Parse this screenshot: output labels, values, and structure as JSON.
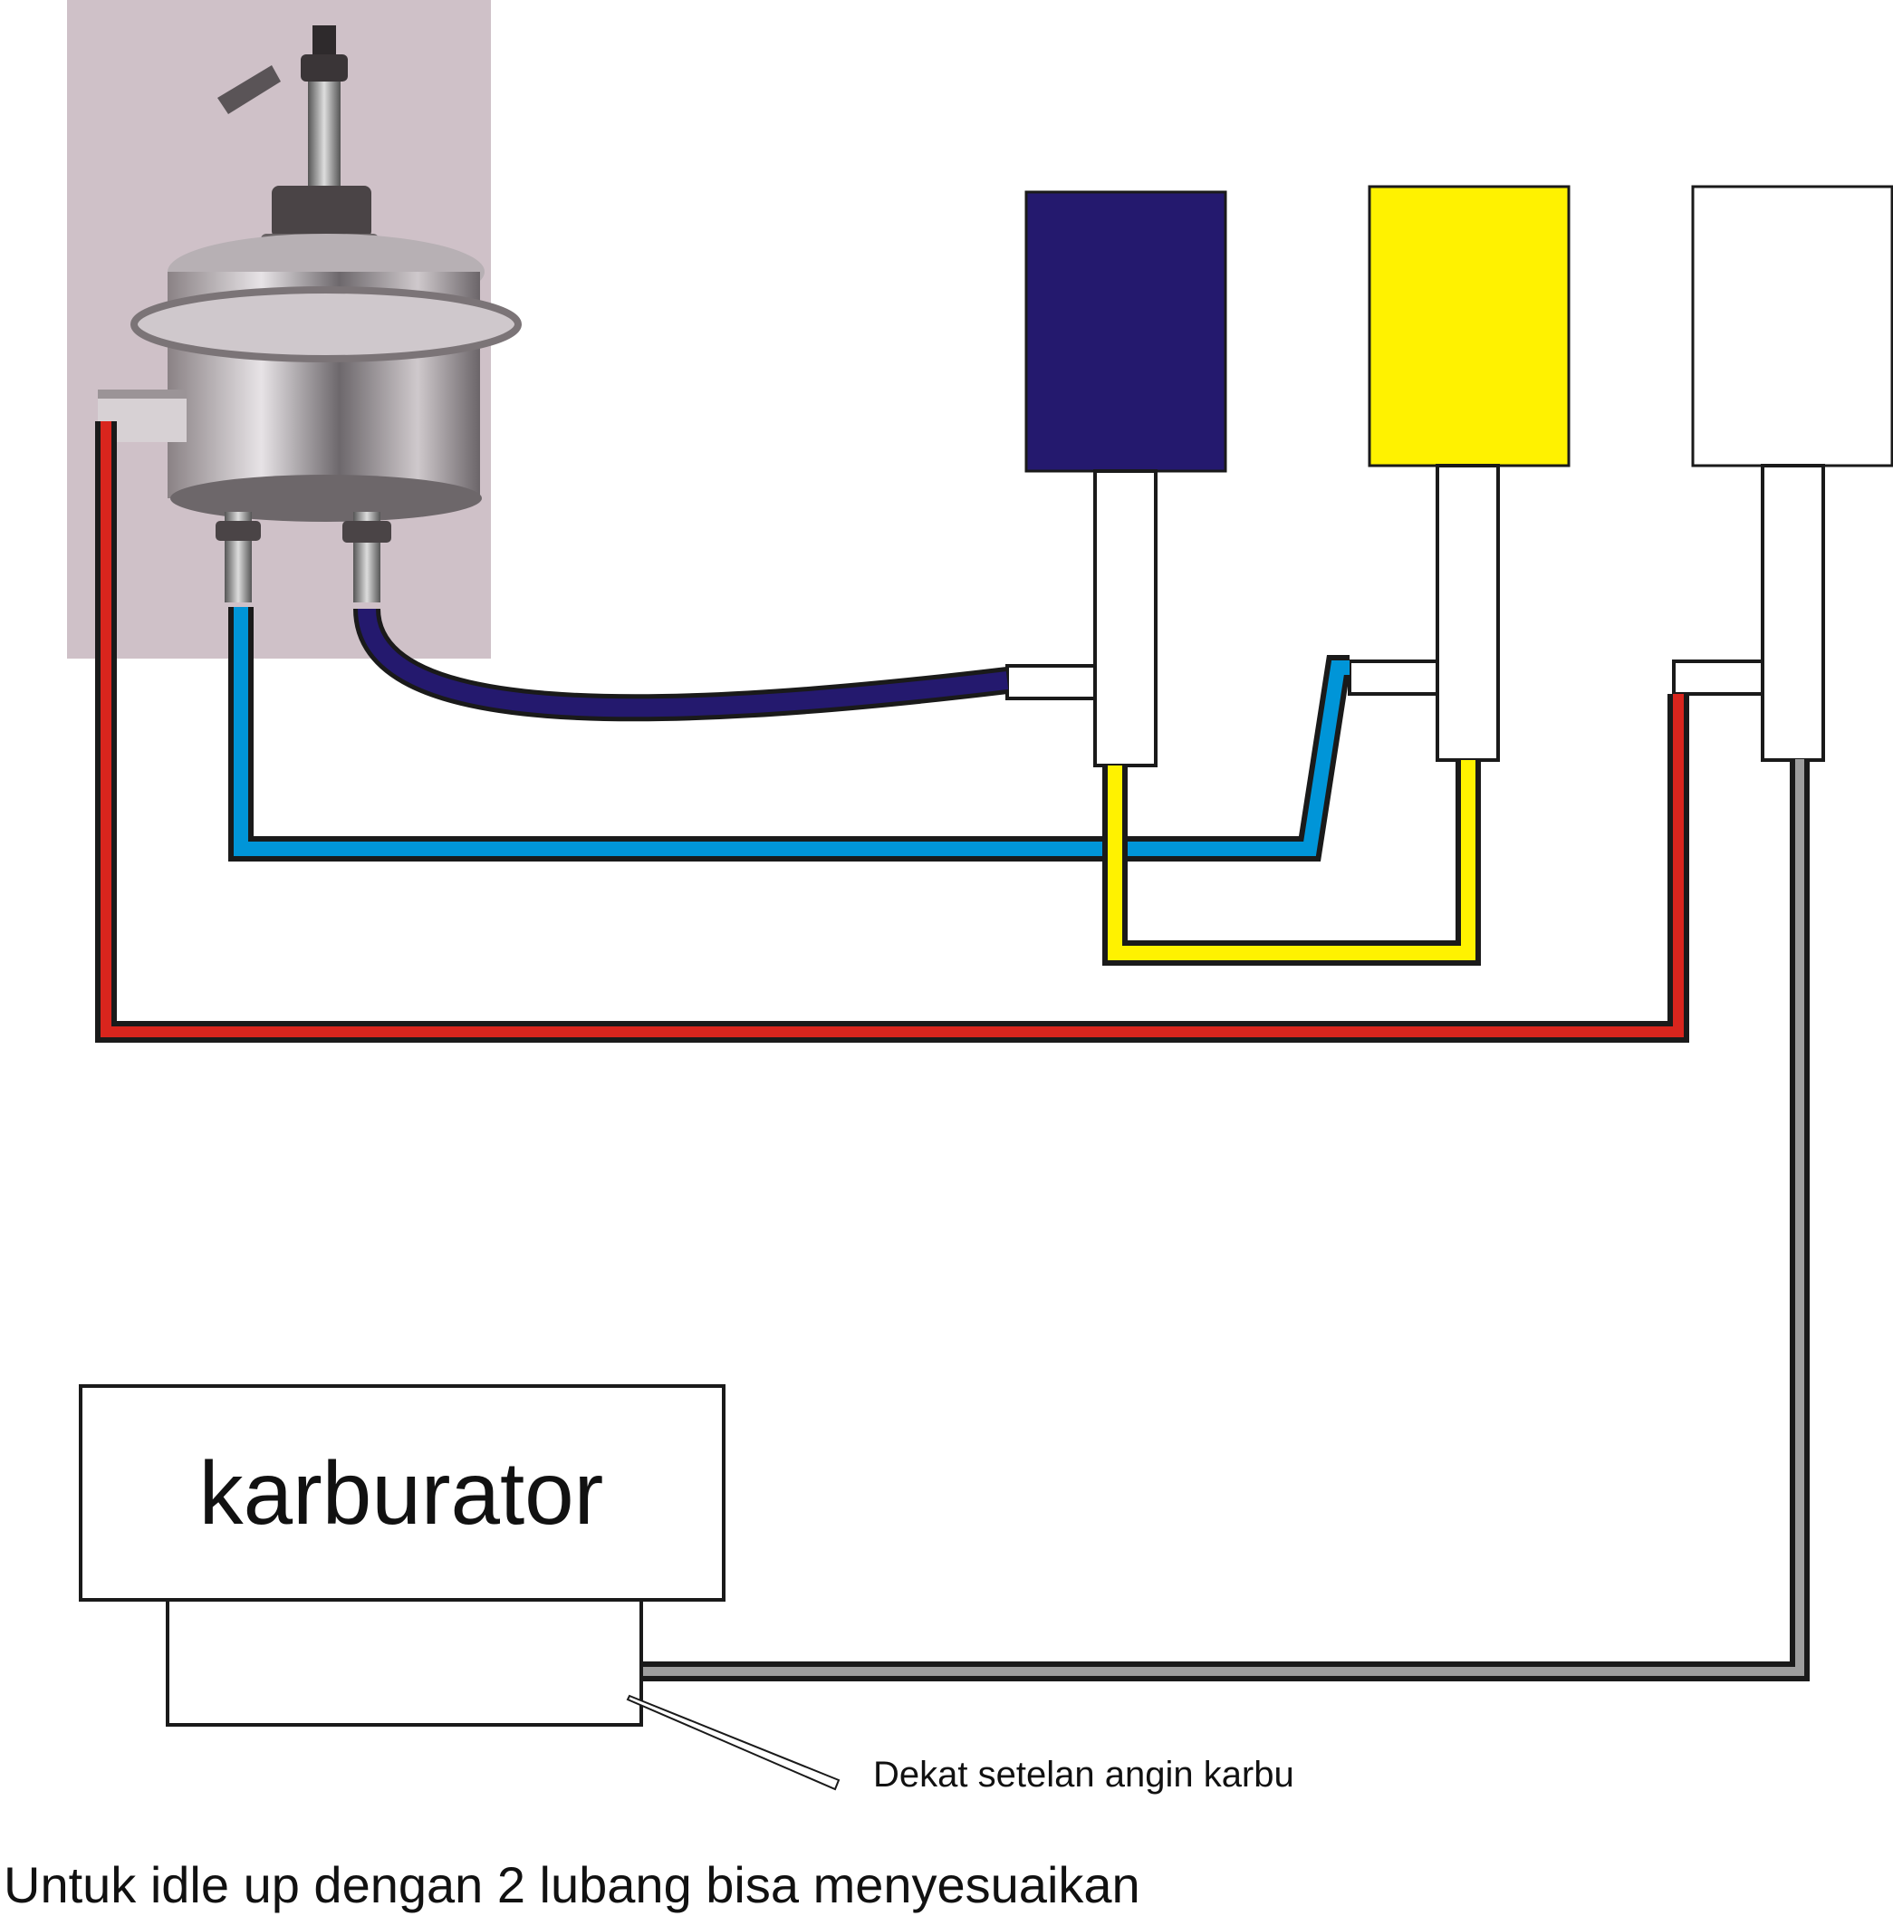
{
  "labels": {
    "carburetor": "karburator",
    "note": "Dekat setelan angin karbu",
    "footer": "Untuk idle up dengan 2 lubang bisa menyesuaikan"
  },
  "components": {
    "vacuum_actuator": {
      "icon": "vacuum-actuator-photo-icon"
    },
    "solenoid_valves": [
      {
        "color": "#24196e",
        "name": "solenoid-valve-navy"
      },
      {
        "color": "#fff200",
        "name": "solenoid-valve-yellow"
      },
      {
        "color": "#ffffff",
        "name": "solenoid-valve-white"
      }
    ]
  },
  "hoses": {
    "red": "#d9251d",
    "light_blue": "#0095d8",
    "navy": "#24196e",
    "yellow": "#fff200",
    "gray": "#9e9e9e"
  }
}
